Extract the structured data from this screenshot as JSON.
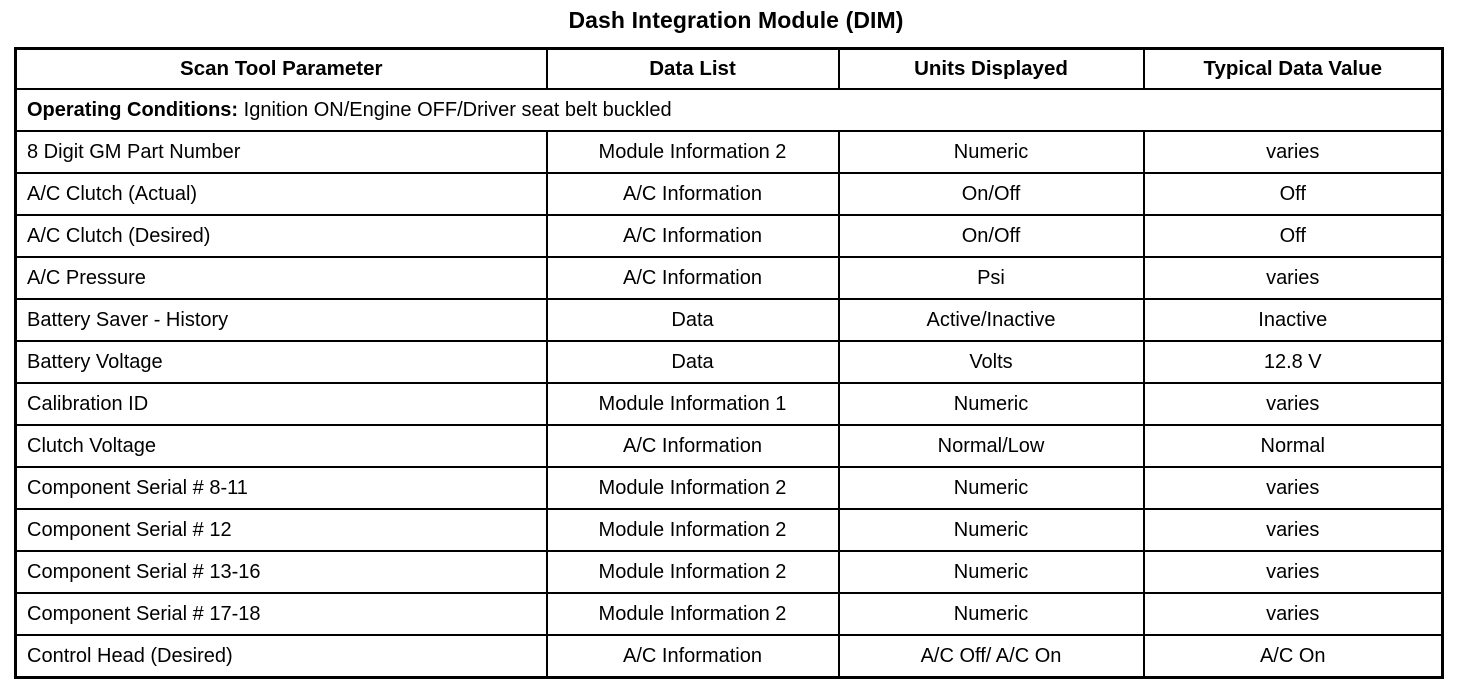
{
  "title": "Dash Integration Module (DIM)",
  "table": {
    "headers": [
      "Scan Tool Parameter",
      "Data List",
      "Units Displayed",
      "Typical Data Value"
    ],
    "operating_conditions": {
      "label": "Operating Conditions:",
      "text": " Ignition ON/Engine OFF/Driver seat belt buckled"
    },
    "rows": [
      {
        "parameter": "8 Digit GM Part Number",
        "data_list": "Module Information 2",
        "units": "Numeric",
        "typical": "varies"
      },
      {
        "parameter": "A/C Clutch (Actual)",
        "data_list": "A/C Information",
        "units": "On/Off",
        "typical": "Off"
      },
      {
        "parameter": "A/C Clutch (Desired)",
        "data_list": "A/C Information",
        "units": "On/Off",
        "typical": "Off"
      },
      {
        "parameter": "A/C Pressure",
        "data_list": "A/C Information",
        "units": "Psi",
        "typical": "varies"
      },
      {
        "parameter": "Battery Saver - History",
        "data_list": "Data",
        "units": "Active/Inactive",
        "typical": "Inactive"
      },
      {
        "parameter": "Battery Voltage",
        "data_list": "Data",
        "units": "Volts",
        "typical": "12.8 V"
      },
      {
        "parameter": "Calibration ID",
        "data_list": "Module Information 1",
        "units": "Numeric",
        "typical": "varies"
      },
      {
        "parameter": "Clutch Voltage",
        "data_list": "A/C Information",
        "units": "Normal/Low",
        "typical": "Normal"
      },
      {
        "parameter": "Component Serial # 8-11",
        "data_list": "Module Information 2",
        "units": "Numeric",
        "typical": "varies"
      },
      {
        "parameter": "Component Serial # 12",
        "data_list": "Module Information 2",
        "units": "Numeric",
        "typical": "varies"
      },
      {
        "parameter": "Component Serial # 13-16",
        "data_list": "Module Information 2",
        "units": "Numeric",
        "typical": "varies"
      },
      {
        "parameter": "Component Serial # 17-18",
        "data_list": "Module Information 2",
        "units": "Numeric",
        "typical": "varies"
      },
      {
        "parameter": "Control Head (Desired)",
        "data_list": "A/C Information",
        "units": "A/C Off/ A/C On",
        "typical": "A/C On"
      }
    ]
  }
}
